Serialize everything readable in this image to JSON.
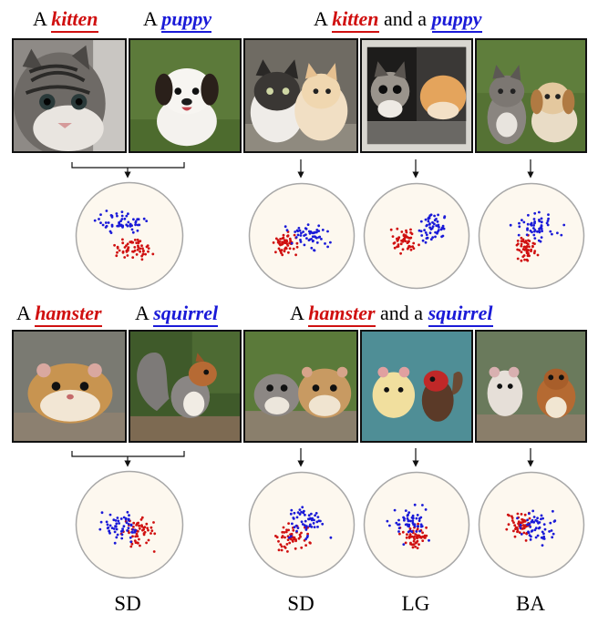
{
  "rows": [
    {
      "captions": {
        "single_a_prefix": "A",
        "single_a_word": "kitten",
        "single_b_prefix": "A",
        "single_b_word": "puppy",
        "combo_prefix": "A",
        "combo_word_a": "kitten",
        "combo_mid": "and a",
        "combo_word_b": "puppy"
      },
      "images": [
        "kitten",
        "puppy",
        "kitten-and-puppy-sd",
        "kitten-and-puppy-lg",
        "kitten-and-puppy-ba"
      ]
    },
    {
      "captions": {
        "single_a_prefix": "A",
        "single_a_word": "hamster",
        "single_b_prefix": "A",
        "single_b_word": "squirrel",
        "combo_prefix": "A",
        "combo_word_a": "hamster",
        "combo_mid": "and a",
        "combo_word_b": "squirrel"
      },
      "images": [
        "hamster",
        "squirrel",
        "hamster-and-squirrel-sd",
        "hamster-and-squirrel-lg",
        "hamster-and-squirrel-ba"
      ]
    }
  ],
  "method_labels": [
    "SD",
    "SD",
    "LG",
    "BA"
  ],
  "colors": {
    "red_concept": "#d01010",
    "blue_concept": "#1a1ad8",
    "plot_fill": "#fdf8ef",
    "plot_border": "#a8a8a8"
  }
}
